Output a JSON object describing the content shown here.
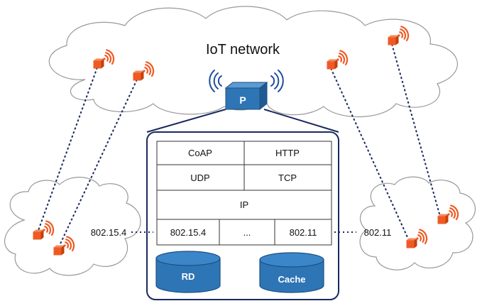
{
  "diagram": {
    "title": "IoT network",
    "proxy_label": "P",
    "stack": {
      "row1": [
        "CoAP",
        "HTTP"
      ],
      "row2": [
        "UDP",
        "TCP"
      ],
      "row3": "IP",
      "row4": [
        "802.15.4",
        "...",
        "802.11"
      ]
    },
    "databases": [
      "RD",
      "Cache"
    ],
    "left_network_label": "802.15.4",
    "right_network_label": "802.11",
    "colors": {
      "device": "#ef5a24",
      "signal": "#ef5a24",
      "proxy": "#2e75b6",
      "proxy_signal": "#1f4e9c",
      "frame": "#1b2a5e",
      "dashed_link": "#1b2a5e",
      "database": "#2e75b6",
      "cloud_stroke": "#999999"
    },
    "icons": [
      "iot-device-icon",
      "wifi-signal-icon",
      "proxy-server-icon",
      "database-icon"
    ]
  }
}
